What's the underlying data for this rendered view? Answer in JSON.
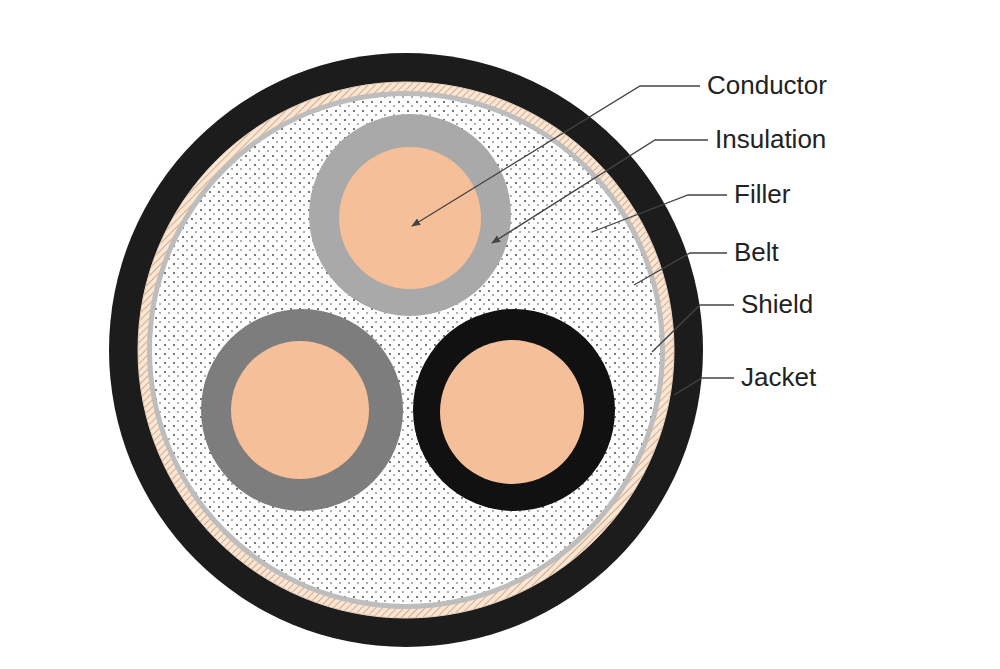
{
  "diagram": {
    "labels": [
      "Conductor",
      "Insulation",
      "Filler",
      "Belt",
      "Shield",
      "Jacket"
    ]
  }
}
